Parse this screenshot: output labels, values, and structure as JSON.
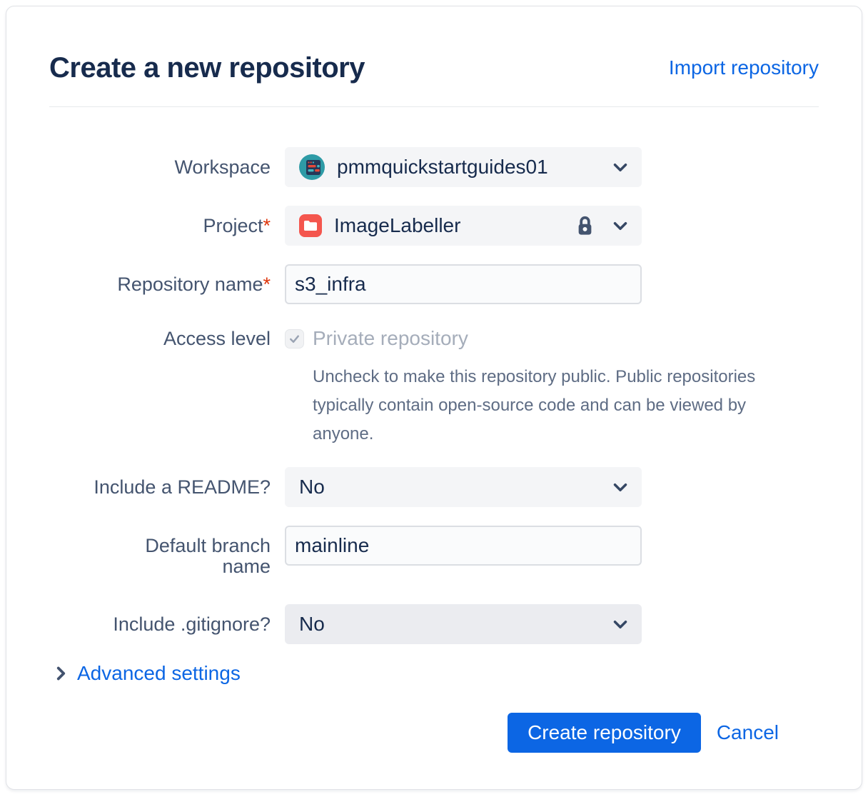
{
  "header": {
    "title": "Create a new repository",
    "import_link": "Import repository"
  },
  "form": {
    "workspace": {
      "label": "Workspace",
      "value": "pmmquickstartguides01"
    },
    "project": {
      "label": "Project",
      "required_marker": "*",
      "value": "ImageLabeller"
    },
    "repository_name": {
      "label": "Repository name",
      "required_marker": "*",
      "value": "s3_infra"
    },
    "access_level": {
      "label": "Access level",
      "checkbox_label": "Private repository",
      "checkbox_checked": true,
      "checkbox_disabled": true,
      "help_text": "Uncheck to make this repository public. Public repositories typically contain open-source code and can be viewed by anyone."
    },
    "include_readme": {
      "label": "Include a README?",
      "value": "No"
    },
    "default_branch": {
      "label": "Default branch name",
      "value": "mainline"
    },
    "include_gitignore": {
      "label": "Include .gitignore?",
      "value": "No"
    }
  },
  "advanced_settings": {
    "label": "Advanced settings"
  },
  "actions": {
    "create_label": "Create repository",
    "cancel_label": "Cancel"
  },
  "icons": {
    "workspace_avatar": "teal circle with dark browser-window glyph",
    "project_avatar": "white folder on red rounded square",
    "lock": "padlock",
    "chevron_down": "chevron pointing down",
    "chevron_right": "chevron pointing right",
    "checkbox_check": "gray checkmark"
  },
  "colors": {
    "accent_blue": "#0C66E4",
    "title_text": "#172B4D",
    "label_text": "#44546F",
    "help_text": "#5E6C84",
    "disabled_text": "#A5ADBA",
    "required_red": "#DE350B",
    "dropdown_bg": "#F4F5F7",
    "dropdown_bg_darker": "#EBECF0",
    "input_bg": "#FAFBFC",
    "input_border": "#DBDEE3",
    "project_icon_red": "#F4564E",
    "workspace_avatar_teal": "#2E9BA6"
  }
}
